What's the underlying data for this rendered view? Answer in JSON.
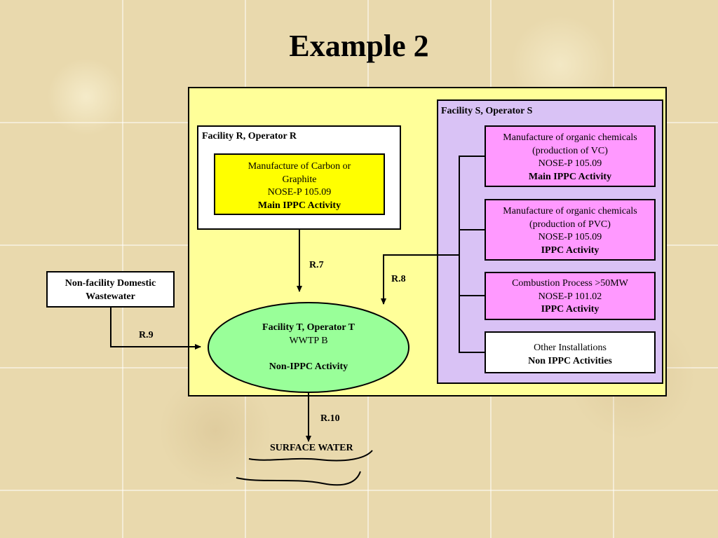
{
  "title": "Example 2",
  "colors": {
    "outer_box": "#ffff99",
    "facility_s_box": "#d9c2f5",
    "main_activity_yellow": "#ffff00",
    "pink_activity": "#ff99ff",
    "ellipse": "#99ff99"
  },
  "facility_r": {
    "header": "Facility R, Operator R",
    "activity": {
      "line1": "Manufacture of Carbon or",
      "line2": "Graphite",
      "line3": "NOSE-P 105.09",
      "line4": "Main IPPC Activity"
    }
  },
  "facility_s": {
    "header": "Facility S, Operator S",
    "activities": [
      {
        "line1": "Manufacture of organic chemicals",
        "line2": "(production of VC)",
        "line3": "NOSE-P 105.09",
        "line4": "Main IPPC Activity"
      },
      {
        "line1": "Manufacture of organic chemicals",
        "line2": "(production of PVC)",
        "line3": "NOSE-P 105.09",
        "line4": "IPPC Activity"
      },
      {
        "line1": "Combustion Process >50MW",
        "line2": "NOSE-P 101.02",
        "line3": "IPPC Activity"
      },
      {
        "line1": "Other Installations",
        "line2": "Non IPPC Activities"
      }
    ]
  },
  "domestic": {
    "line1": "Non-facility Domestic",
    "line2": "Wastewater"
  },
  "facility_t": {
    "line1": "Facility T, Operator T",
    "line2": "WWTP B",
    "line3": "Non-IPPC Activity"
  },
  "routes": {
    "r7": "R.7",
    "r8": "R.8",
    "r9": "R.9",
    "r10": "R.10"
  },
  "surface_water": "SURFACE WATER"
}
